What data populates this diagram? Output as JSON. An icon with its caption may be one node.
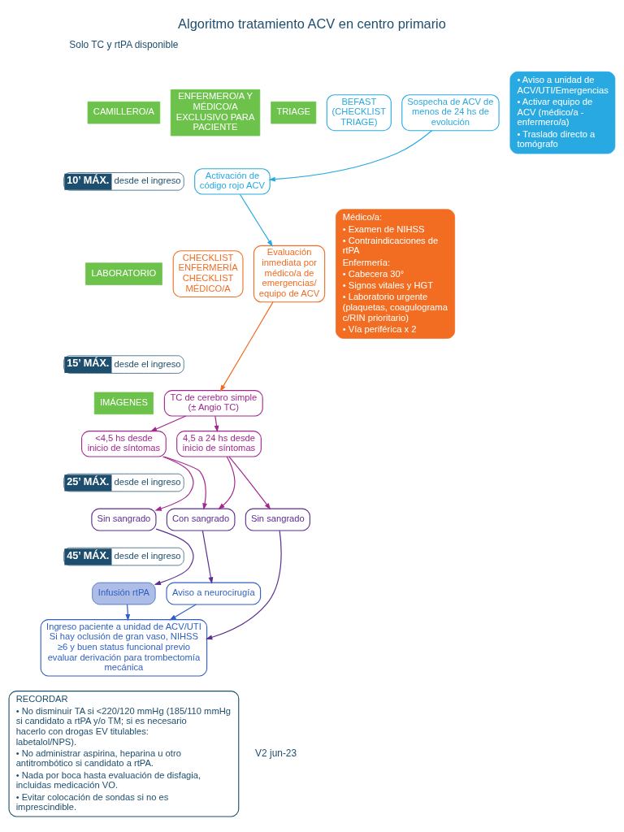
{
  "diagram": {
    "title": "Algoritmo tratamiento ACV en centro primario",
    "nodes": [
      {
        "text": [
          "CAMILLERO/A"
        ]
      },
      {
        "text": [
          "ENFERMERO/A Y MÉDICO/A EXCLUSIVO PARA PACIENTE"
        ]
      },
      {
        "text": [
          "TRIAGE"
        ]
      },
      {
        "text": [
          "LABORATORIO"
        ]
      },
      {
        "text": [
          "IMÁGENES"
        ]
      },
      {
        "text": [
          "BEFAST (CHECKLIST TRIAGE)"
        ]
      },
      {
        "text": [
          "Sospecha de ACV de menos de 24 hs de evolución"
        ]
      },
      {
        "text": [
          "• Aviso a unidad de ACV/UTI/Emergencias",
          "• Activar equipo de ACV (médico/a - enfermero/a)",
          "• Traslado directo a tomógrafo"
        ]
      },
      {
        "text": [
          "Activación de código rojo ACV"
        ]
      },
      {
        "text": [
          "10’ MÁX.",
          "desde el ingreso"
        ]
      },
      {
        "text": [
          "CHECKLIST ENFERMERÍA",
          "CHECKLIST MÉDICO/A"
        ]
      },
      {
        "text": [
          "Evaluación inmediata por médico/a de emergencias/ equipo de ACV"
        ]
      },
      {
        "text": [
          "Médico/a:",
          "• Examen de NIHSS",
          "• Contraindicaciones de rtPA",
          "Enfermería:",
          "• Cabecera 30°",
          "• Signos vitales y HGT",
          "• Laboratorio urgente (plaquetas, coagulograma c/RIN prioritario)",
          "• Vía periférica x 2"
        ]
      },
      {
        "text": [
          "15’ MÁX.",
          "desde el ingreso"
        ]
      },
      {
        "text": [
          "TC de cerebro simple (± Angio TC)"
        ]
      },
      {
        "text": [
          "<4,5 hs desde inicio de síntomas"
        ]
      },
      {
        "text": [
          "4,5 a 24 hs desde inicio de síntomas"
        ]
      },
      {
        "text": [
          "25’ MÁX.",
          "desde el ingreso"
        ]
      },
      {
        "text": [
          "Sin sangrado"
        ]
      },
      {
        "text": [
          "Con sangrado"
        ]
      },
      {
        "text": [
          "Sin sangrado"
        ]
      },
      {
        "text": [
          "45’ MÁX.",
          "desde el ingreso"
        ]
      },
      {
        "text": [
          "Infusión rtPA"
        ]
      },
      {
        "text": [
          "Aviso a neurocirugía"
        ]
      },
      {
        "text": [
          "Ingreso paciente a unidad de ACV/UTI",
          "Si hay oclusión de gran vaso, NIHSS ≥6 y buen status funcional previo evaluar derivación para trombectomía mecánica"
        ]
      },
      {
        "text": [
          "RECORDAR",
          "• No disminuir TA si <220/120 mmHg (185/110 mmHg si candidato a rtPA y/o TM; si es necesario hacerlo con drogas EV titulables: labetalol/NPS).",
          "• No administrar aspirina, heparina u otro antitrombótico si candidato a rtPA.",
          "• Nada por boca hasta evaluación de disfagia, incluidas medicación VO.",
          "• Evitar colocación de sondas si no es imprescindible."
        ]
      }
    ],
    "edges": [
      {
        "from": 6,
        "to": 8,
        "arrow": "to",
        "color": "#29a9e1"
      },
      {
        "from": 8,
        "to": 11,
        "arrow": "to",
        "color": "#29a9e1"
      },
      {
        "from": 11,
        "to": 14,
        "arrow": "to",
        "color": "#f26c21"
      },
      {
        "from": 14,
        "to": 15,
        "arrow": "to",
        "color": "#a3268f"
      },
      {
        "from": 14,
        "to": 16,
        "arrow": "to",
        "color": "#a3268f"
      },
      {
        "from": 15,
        "to": 18,
        "arrow": "to",
        "color": "#a3268f"
      },
      {
        "from": 15,
        "to": 19,
        "arrow": "to",
        "color": "#a3268f"
      },
      {
        "from": 16,
        "to": 19,
        "arrow": "to",
        "color": "#a3268f"
      },
      {
        "from": 16,
        "to": 20,
        "arrow": "to",
        "color": "#a3268f"
      },
      {
        "from": 18,
        "to": 22,
        "arrow": "to",
        "color": "#5b2d90"
      },
      {
        "from": 19,
        "to": 23,
        "arrow": "to",
        "color": "#5b2d90"
      },
      {
        "from": 20,
        "to": 24,
        "arrow": "to",
        "color": "#5b2d90"
      },
      {
        "from": 22,
        "to": 24,
        "arrow": "to",
        "color": "#2f5fc4"
      },
      {
        "from": 23,
        "to": 24,
        "arrow": "to",
        "color": "#2f5fc4"
      }
    ],
    "labels": [
      "Solo TC y rtPA disponible",
      "V2 jun-23"
    ]
  }
}
